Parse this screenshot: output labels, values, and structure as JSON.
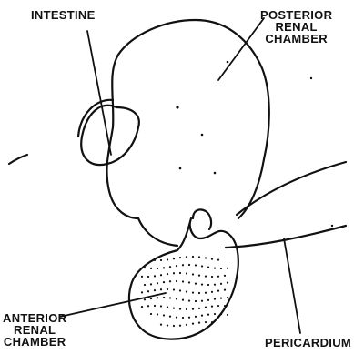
{
  "labels": {
    "intestine": "INTESTINE",
    "posterior": [
      "POSTERIOR",
      "RENAL",
      "CHAMBER"
    ],
    "anterior": [
      "ANTERIOR",
      "RENAL",
      "CHAMBER"
    ],
    "pericardium": "PERICARDIUM"
  },
  "colors": {
    "ink": "#111111",
    "background": "#ffffff"
  }
}
